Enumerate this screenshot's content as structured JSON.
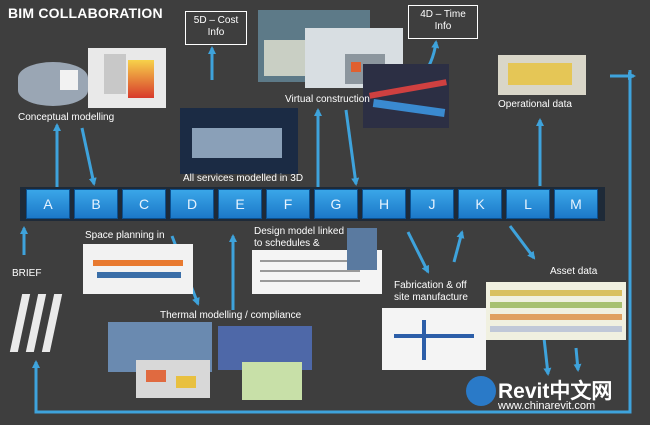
{
  "diagram": {
    "title": "BIM COLLABORATION",
    "stages": [
      "A",
      "B",
      "C",
      "D",
      "E",
      "F",
      "G",
      "H",
      "J",
      "K",
      "L",
      "M"
    ],
    "labels": {
      "cost": [
        "5D – Cost",
        "Info"
      ],
      "time": [
        "4D – Time",
        "Info"
      ],
      "conceptual": "Conceptual modelling",
      "virtual": "Virtual construction",
      "services": "All services modelled in 3D",
      "operational": "Operational  data",
      "space": "Space planning in",
      "design": [
        "Design model linked",
        "to schedules &"
      ],
      "fabrication": [
        "Fabrication & off",
        "site manufacture"
      ],
      "asset": "Asset  data",
      "thermal": "Thermal modelling / compliance",
      "brief": "BRIEF"
    },
    "brand": {
      "name": "Revit",
      "cn": "中文网",
      "url": "www.chinarevit.com"
    },
    "colors": {
      "background": "#3e3e3e",
      "arrow": "#3ea3dc",
      "stage_fill": "#2a8fe0"
    }
  }
}
